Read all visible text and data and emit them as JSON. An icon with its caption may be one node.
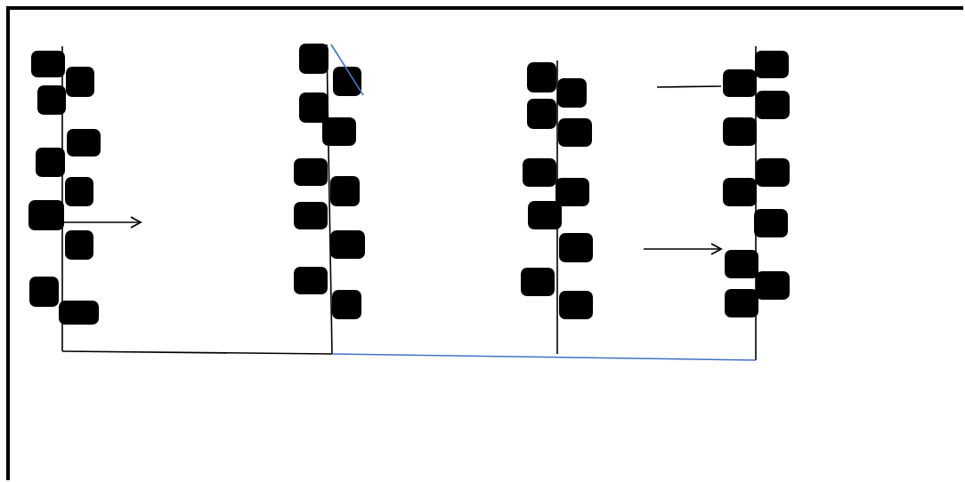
{
  "diagram": {
    "nodes": [
      {
        "text": [],
        "shape": "bar"
      },
      {
        "text": [],
        "shape": "bar"
      },
      {
        "text": [],
        "shape": "bar"
      },
      {
        "text": [],
        "shape": "bar"
      }
    ],
    "edges": [
      {
        "from": 0,
        "to": 1,
        "arrow": "none"
      },
      {
        "from": 1,
        "to": 3,
        "arrow": "none",
        "color": "#4472c4"
      },
      {
        "from": 0,
        "to": null,
        "arrow": "to"
      },
      {
        "from": null,
        "to": 3,
        "arrow": "to"
      },
      {
        "from": null,
        "to": 3,
        "arrow": "none"
      }
    ]
  }
}
